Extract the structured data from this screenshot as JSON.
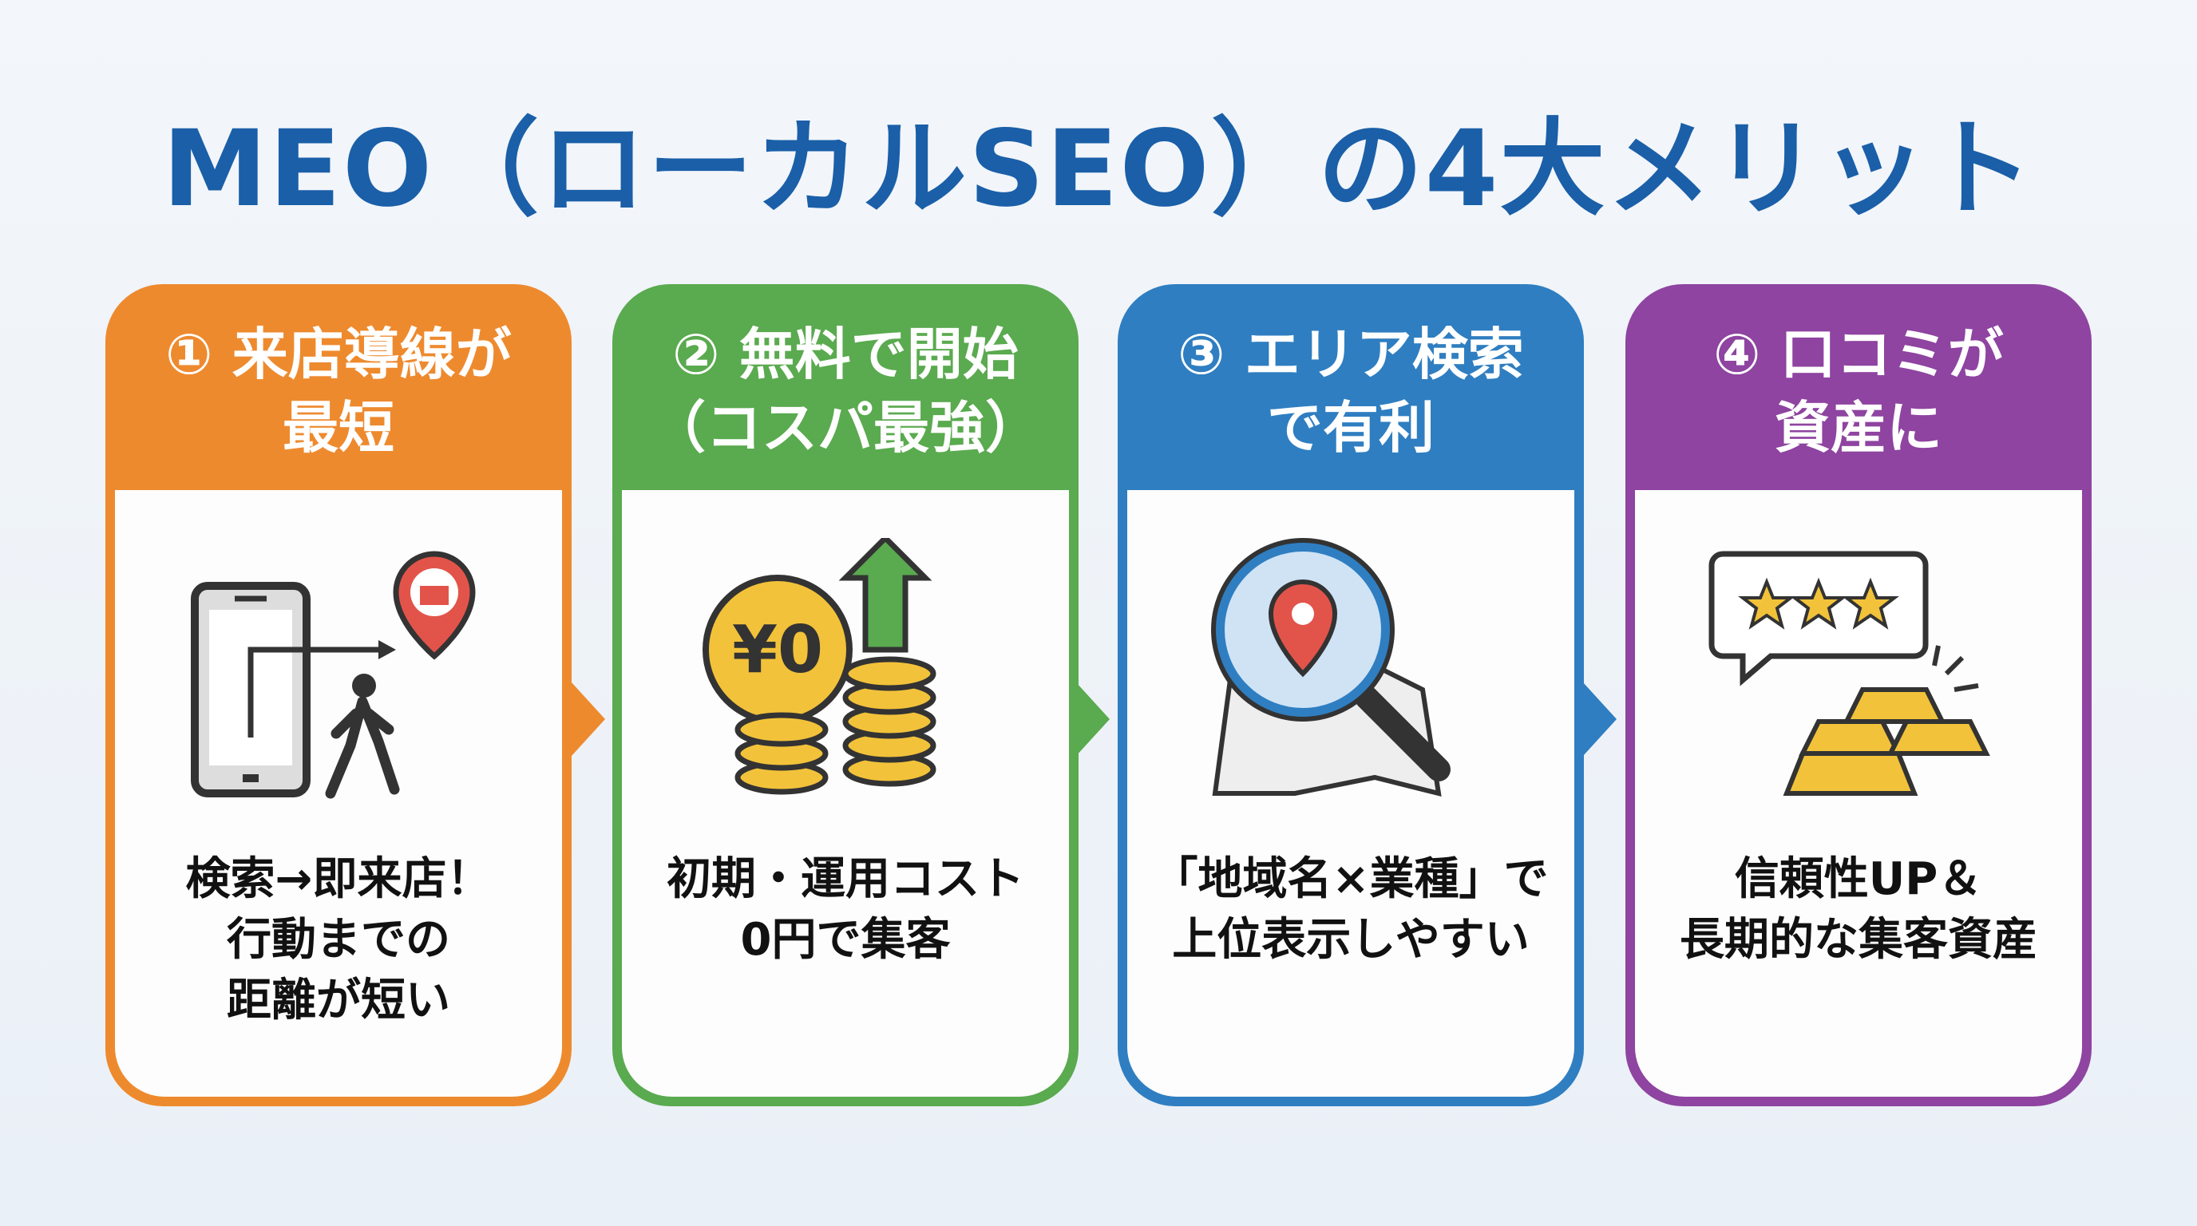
{
  "title": "MEO（ローカルSEO）の4大メリット",
  "cards": [
    {
      "head1": "① 来店導線が",
      "head2": "最短",
      "desc": [
        "検索→即来店！",
        "行動までの",
        "距離が短い"
      ],
      "color": "#ee8a2e",
      "icon": "phone-walk-to-store-icon"
    },
    {
      "head1": "② 無料で開始",
      "head2": "（コスパ最強）",
      "desc": [
        "初期・運用コスト",
        "0円で集客"
      ],
      "color": "#5aaa4f",
      "icon": "yen-coins-up-icon",
      "coin_label": "¥0"
    },
    {
      "head1": "③ エリア検索",
      "head2": "で有利",
      "desc": [
        "「地域名×業種」で",
        "上位表示しやすい"
      ],
      "color": "#2f7ec1",
      "icon": "magnifier-map-pin-icon"
    },
    {
      "head1": "④ 口コミが",
      "head2": "資産に",
      "desc": [
        "信頼性UP＆",
        "長期的な集客資産"
      ],
      "color": "#8e44a0",
      "icon": "review-stars-gold-bars-icon"
    }
  ]
}
